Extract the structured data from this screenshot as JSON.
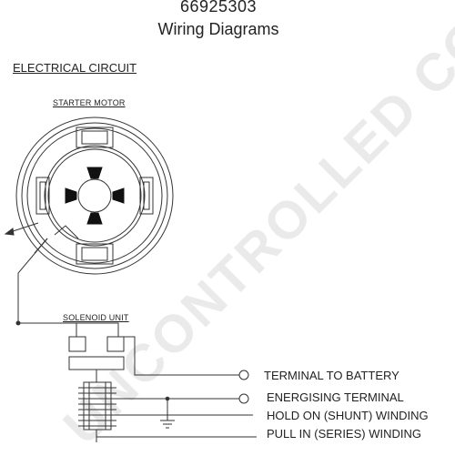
{
  "header": {
    "part_number": "66925303",
    "title": "Wiring Diagrams"
  },
  "section": {
    "heading": "ELECTRICAL CIRCUIT"
  },
  "components": {
    "starter_motor_label": "STARTER MOTOR",
    "solenoid_unit_label": "SOLENOID UNIT"
  },
  "legend": {
    "terminal_to_battery": "TERMINAL TO BATTERY",
    "energising_terminal": "ENERGISING TERMINAL",
    "hold_on_winding": "HOLD ON (SHUNT) WINDING",
    "pull_in_winding": "PULL IN (SERIES) WINDING"
  },
  "watermark": {
    "text": "UNCONTROLLED COPY"
  },
  "colors": {
    "line": "#333333",
    "watermark": "#b4b4b4"
  }
}
